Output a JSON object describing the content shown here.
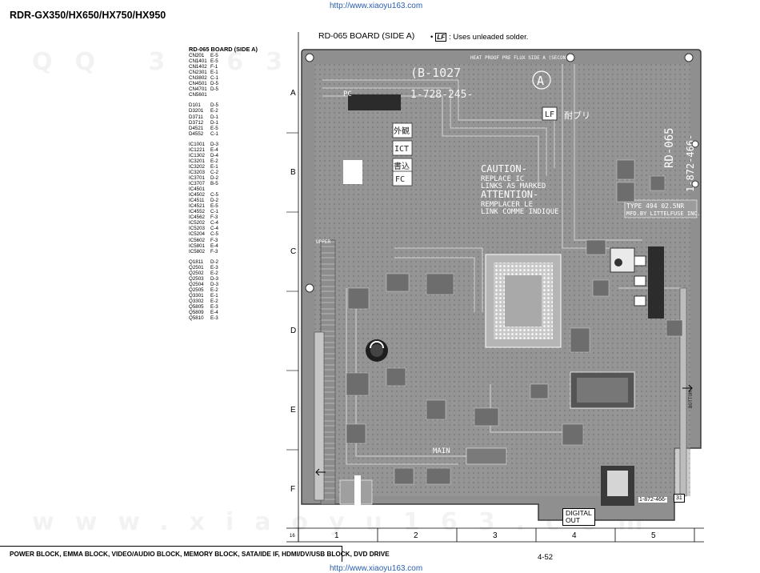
{
  "header": {
    "model_title": "RDR-GX350/HX650/HX750/HX950",
    "url": "http://www.xiaoyu163.com"
  },
  "board": {
    "title": "RD-065 BOARD (SIDE A)",
    "lf_legend_icon": "LF",
    "lf_legend": ": Uses unleaded solder."
  },
  "parts_list": {
    "heading": "RD-065 BOARD (SIDE A)",
    "groups": [
      [
        [
          "CN201",
          "E-5"
        ],
        [
          "CN1401",
          "E-5"
        ],
        [
          "CN1402",
          "F-1"
        ],
        [
          "CN2301",
          "E-1"
        ],
        [
          "CN3802",
          "C-1"
        ],
        [
          "CN4501",
          "D-5"
        ],
        [
          "CN4701",
          "D-5"
        ],
        [
          "CN5601",
          ""
        ]
      ],
      [
        [
          "D101",
          "D-5"
        ],
        [
          "D3201",
          "E-2"
        ],
        [
          "D3711",
          "D-1"
        ],
        [
          "D3712",
          "D-1"
        ],
        [
          "D4521",
          "E-5"
        ],
        [
          "D4552",
          "C-1"
        ]
      ],
      [
        [
          "IC1001",
          "D-3"
        ],
        [
          "IC1221",
          "E-4"
        ],
        [
          "IC1302",
          "D-4"
        ],
        [
          "IC3201",
          "E-2"
        ],
        [
          "IC3202",
          "E-1"
        ],
        [
          "IC3203",
          "C-2"
        ],
        [
          "IC3701",
          "D-2"
        ],
        [
          "IC3707",
          "B-5"
        ],
        [
          "IC4501",
          ""
        ],
        [
          "IC4502",
          "C-5"
        ],
        [
          "IC4511",
          "D-2"
        ],
        [
          "IC4521",
          "E-5"
        ],
        [
          "IC4552",
          "C-1"
        ],
        [
          "IC4562",
          "F-3"
        ],
        [
          "IC5202",
          "C-4"
        ],
        [
          "IC5203",
          "C-4"
        ],
        [
          "IC5204",
          "C-5"
        ],
        [
          "IC5602",
          "F-3"
        ],
        [
          "IC5801",
          "E-4"
        ],
        [
          "IC5802",
          "F-3"
        ]
      ],
      [
        [
          "Q1811",
          "D-2"
        ],
        [
          "Q2501",
          "E-3"
        ],
        [
          "Q2502",
          "E-2"
        ],
        [
          "Q2503",
          "D-3"
        ],
        [
          "Q2504",
          "D-3"
        ],
        [
          "Q2505",
          "E-2"
        ],
        [
          "Q3301",
          "E-1"
        ],
        [
          "Q3302",
          "E-2"
        ],
        [
          "Q5805",
          "E-3"
        ],
        [
          "Q5809",
          "E-4"
        ],
        [
          "Q5810",
          "E-3"
        ]
      ]
    ]
  },
  "grid": {
    "rows": [
      "A",
      "B",
      "C",
      "D",
      "E",
      "F"
    ],
    "columns": [
      "1",
      "2",
      "3",
      "4",
      "5"
    ],
    "corner_number": "16"
  },
  "pcb_silkscreen": {
    "heat_proof": "HEAT PROOF PRE FLUX   SIDE A (SECOND)",
    "board_code": "(B-1027",
    "board_id": "1-728-245-",
    "side_letter": "A",
    "lf_mark": "LF",
    "kanji_heat": "耐ブリ",
    "kanji_exterior": "外観",
    "ict": "ICT",
    "kanji_write": "書込",
    "fc": "FC",
    "pc_mark": "PC",
    "caution": [
      "CAUTION-",
      "REPLACE IC",
      "LINKS AS MARKED",
      "ATTENTION-",
      "REMPLACER LE",
      "LINK COMME INDIQUE"
    ],
    "fuse_note": [
      "TYPE 494 02.5NR",
      "MFD.BY LITTELFUSE INC."
    ],
    "vertical_id": "RD-065",
    "vertical_id2": "1-872-466-",
    "main": "MAIN",
    "upper": "UPPER",
    "bottom": "BOTTOM"
  },
  "connectors": {
    "digital_out": [
      "DIGITAL",
      "OUT"
    ],
    "part_number": "1-872-466-",
    "part_suffix": "31"
  },
  "footer": {
    "blocks": "POWER BLOCK, EMMA BLOCK, VIDEO/AUDIO BLOCK, MEMORY BLOCK, SATA/IDE IF, HDMI/DV/USB BLOCK, DVD DRIVE",
    "page": "4-52"
  }
}
